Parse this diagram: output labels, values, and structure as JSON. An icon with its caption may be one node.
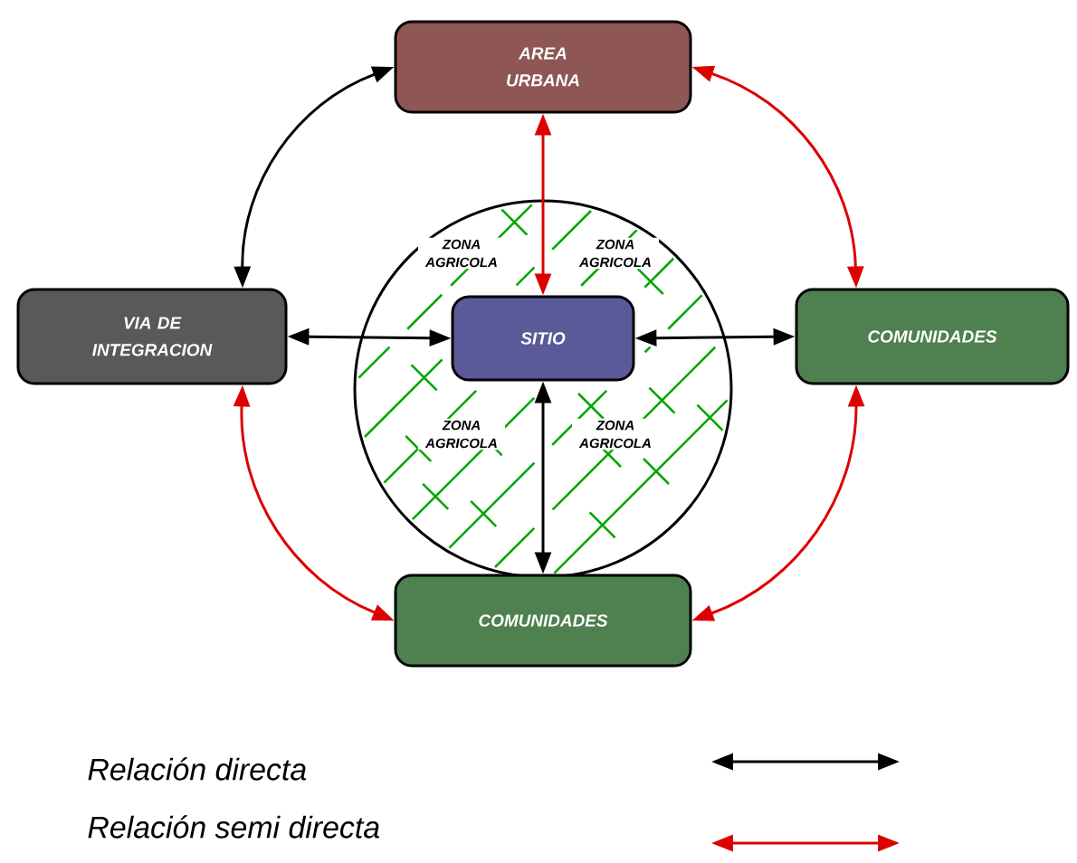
{
  "diagram": {
    "nodes": [
      {
        "text": [
          "AREA URBANA"
        ]
      },
      {
        "text": [
          "VIA DE INTEGRACION"
        ]
      },
      {
        "text": [
          "ZONA AGRICOLA",
          "ZONA AGRICOLA",
          "ZONA AGRICOLA",
          "ZONA AGRICOLA"
        ]
      },
      {
        "text": [
          "SITIO"
        ],
        "in": 2
      },
      {
        "text": [
          "COMUNIDADES"
        ]
      },
      {
        "text": [
          "COMUNIDADES"
        ]
      }
    ],
    "edges": [
      {
        "from": 1,
        "to": 0,
        "arrow": "both"
      },
      {
        "from": 0,
        "to": 4,
        "arrow": "both",
        "color": "#dd0000"
      },
      {
        "from": 4,
        "to": 5,
        "arrow": "both",
        "color": "#dd0000"
      },
      {
        "from": 1,
        "to": 5,
        "arrow": "both",
        "color": "#dd0000"
      },
      {
        "from": 0,
        "to": 3,
        "arrow": "both",
        "color": "#dd0000"
      },
      {
        "from": 1,
        "to": 3,
        "arrow": "both"
      },
      {
        "from": 3,
        "to": 4,
        "arrow": "both"
      },
      {
        "from": 3,
        "to": 5,
        "arrow": "both"
      }
    ],
    "legend": [
      {
        "text": "Relación directa"
      },
      {
        "text": "Relación semi directa"
      }
    ]
  }
}
